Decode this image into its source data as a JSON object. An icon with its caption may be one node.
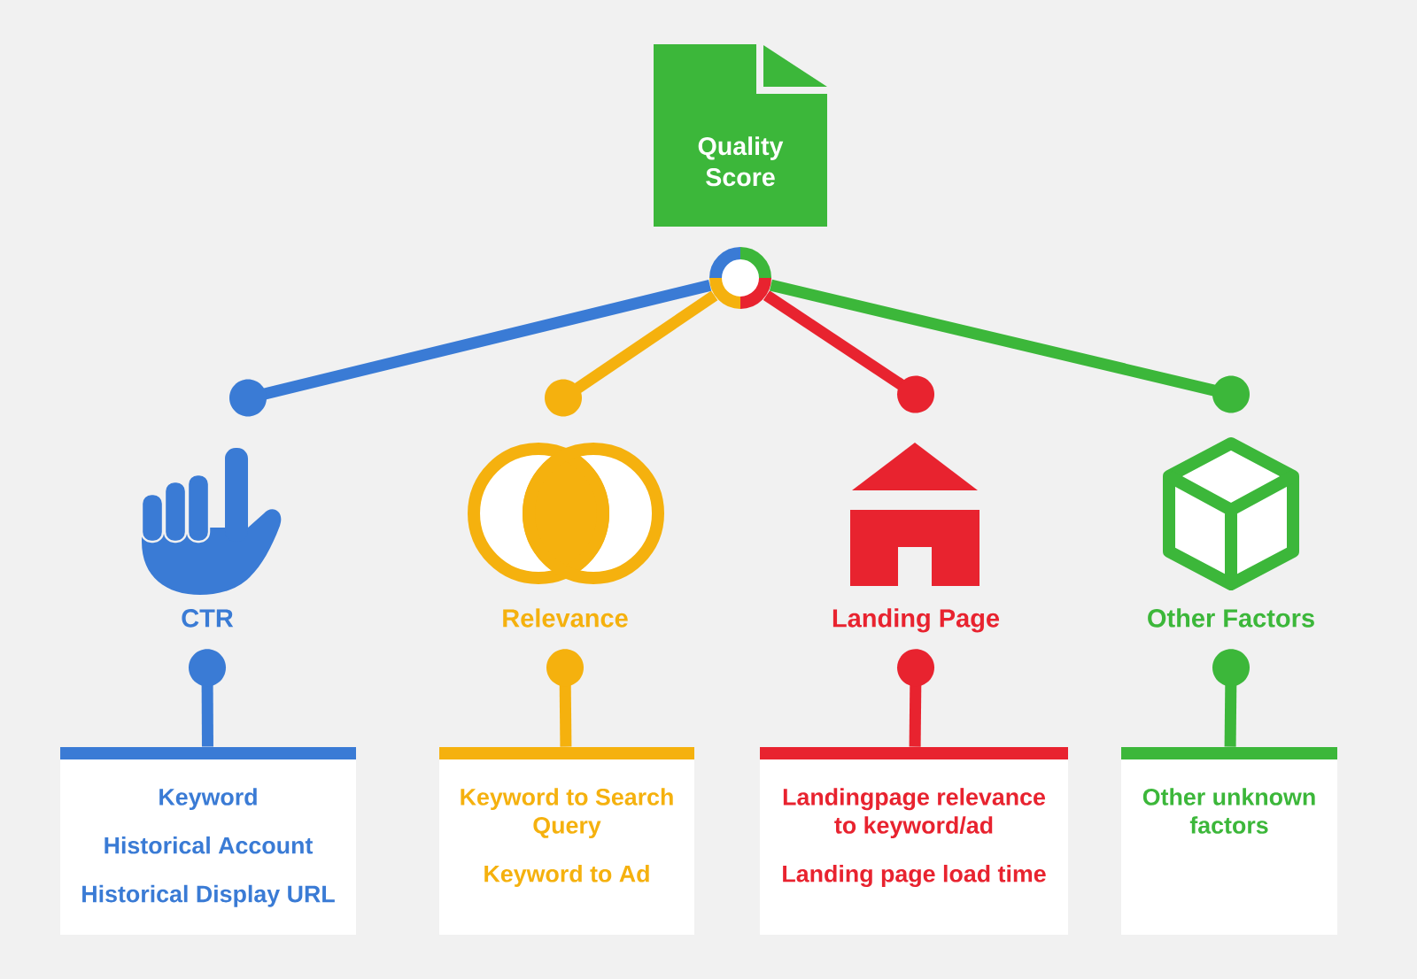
{
  "diagram": {
    "nodes": [
      {
        "text": [
          "Quality Score"
        ]
      },
      {
        "text": [],
        "shape": "circle"
      },
      {
        "text": [],
        "shape": "picture",
        "beside": [
          "CTR"
        ]
      },
      {
        "text": [],
        "shape": "picture",
        "beside": [
          "Relevance"
        ]
      },
      {
        "text": [],
        "shape": "picture",
        "beside": [
          "Landing Page"
        ]
      },
      {
        "text": [],
        "shape": "picture",
        "beside": [
          "Other Factors"
        ]
      },
      {
        "text": [
          "Keyword",
          "Historical Account",
          "Historical Display URL"
        ]
      },
      {
        "text": [
          "Keyword to Search Query",
          "Keyword to Ad"
        ]
      },
      {
        "text": [
          "Landingpage relevance to keyword/ad",
          "Landing page load time"
        ]
      },
      {
        "text": [
          "Other unknown factors"
        ]
      }
    ],
    "edges": [
      {
        "from": 1,
        "to": 2,
        "arrow": "other",
        "color": "#3a7bd5"
      },
      {
        "from": 1,
        "to": 3,
        "arrow": "other",
        "color": "#f5b10e"
      },
      {
        "from": 1,
        "to": 4,
        "arrow": "other",
        "color": "#e8232f"
      },
      {
        "from": 1,
        "to": 5,
        "arrow": "other",
        "color": "#3cb73a"
      },
      {
        "from": 2,
        "to": 6,
        "arrow": "other",
        "color": "#3a7bd5"
      },
      {
        "from": 3,
        "to": 7,
        "arrow": "other",
        "color": "#f5b10e"
      },
      {
        "from": 4,
        "to": 8,
        "arrow": "other",
        "color": "#e8232f"
      },
      {
        "from": 5,
        "to": 9,
        "arrow": "other",
        "color": "#3cb73a"
      }
    ]
  }
}
